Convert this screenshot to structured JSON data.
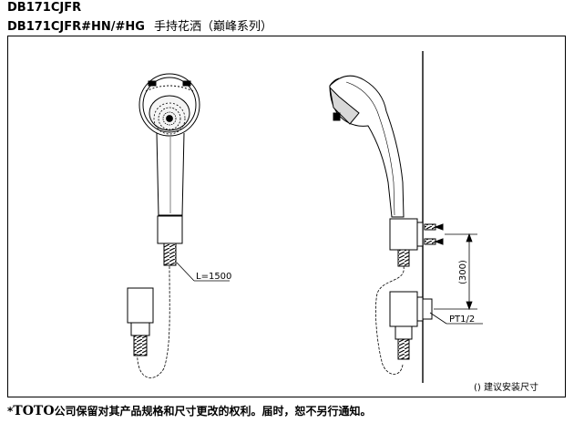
{
  "header": {
    "model_line1": "DB171CJFR",
    "model_line2": "DB171CJFR#HN/#HG",
    "product_name": "手持花洒（巅峰系列）"
  },
  "drawing": {
    "hose_length_label": "L=1500",
    "height_dimension_label": "(300)",
    "thread_label": "PT1/2",
    "note_label": "() 建议安装尺寸"
  },
  "footer": {
    "marker": "*",
    "brand": "TOTO",
    "notice": "公司保留对其产品规格和尺寸更改的权利。届时，恕不另行通知。"
  }
}
